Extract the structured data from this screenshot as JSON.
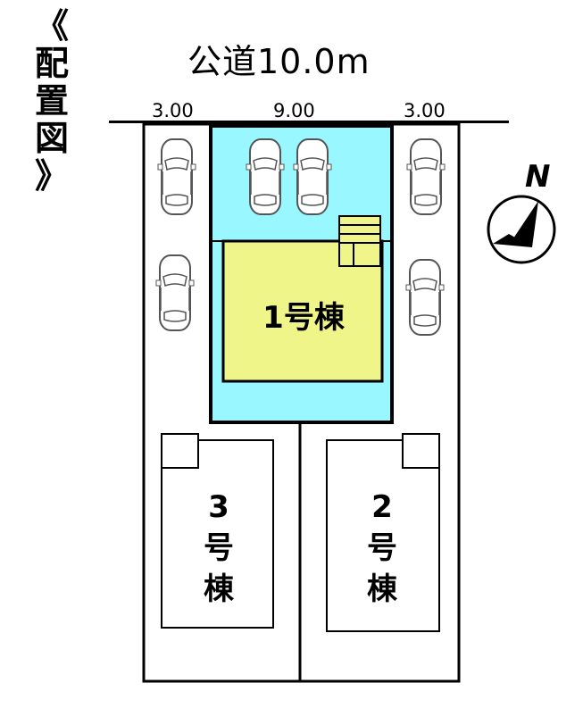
{
  "title": [
    "《",
    "配",
    "置",
    "図",
    "》"
  ],
  "road_label": "公道10.0m",
  "dimensions": {
    "left": "3.00",
    "center": "9.00",
    "right": "3.00"
  },
  "compass_label": "N",
  "lots": {
    "lot1": "1号棟",
    "lot2": [
      "2",
      "号",
      "棟"
    ],
    "lot3": [
      "3",
      "号",
      "棟"
    ]
  },
  "colors": {
    "lot1_land": "#99f7ff",
    "lot1_house": "#f0f58a",
    "line": "#000000"
  },
  "icons": [
    "car-icon",
    "compass-icon",
    "stairs-icon"
  ]
}
